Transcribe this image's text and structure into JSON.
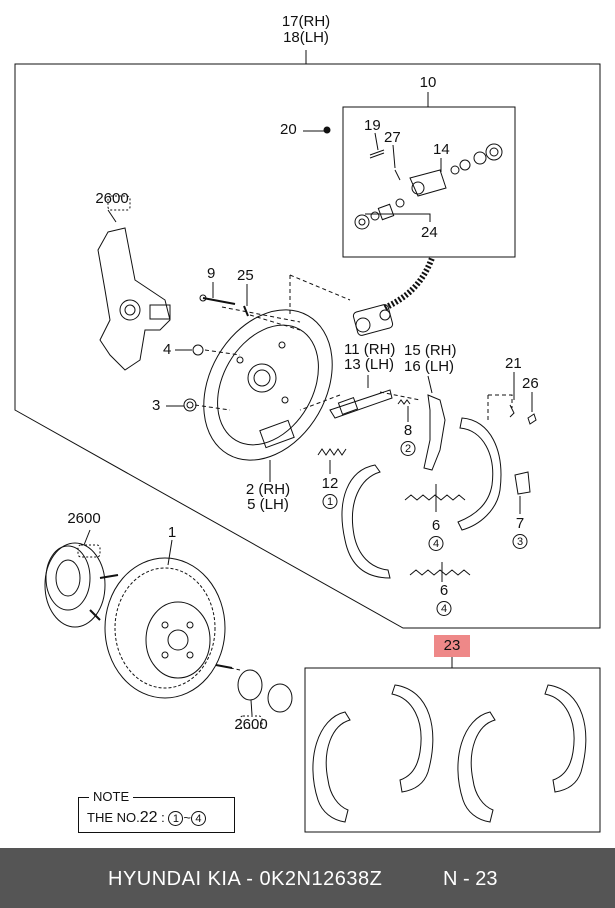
{
  "labels": {
    "l17": "17(RH)",
    "l18": "18(LH)",
    "l10": "10",
    "l19": "19",
    "l20": "20",
    "l27": "27",
    "l14": "14",
    "l24": "24",
    "l2600a": "2600",
    "l9": "9",
    "l25": "25",
    "l4": "4",
    "l3": "3",
    "l11": "11 (RH)",
    "l13": "13 (LH)",
    "l15": "15 (RH)",
    "l16": "16 (LH)",
    "l21": "21",
    "l26": "26",
    "l8": "8",
    "l8c": "2",
    "l2": "2 (RH)",
    "l5": "5 (LH)",
    "l12": "12",
    "l12c": "1",
    "l6a": "6",
    "l6ac": "4",
    "l7": "7",
    "l7c": "3",
    "l6b": "6",
    "l6bc": "4",
    "l2600b": "2600",
    "l1": "1",
    "l2600c": "2600",
    "l23": "23"
  },
  "note": {
    "title": "NOTE",
    "prefix": "THE NO.",
    "number": "22",
    "sep": " : ",
    "from": "1",
    "tilde": "~",
    "to": "4"
  },
  "footer": {
    "brand": "HYUNDAI  KIA - 0K2N12638Z",
    "page": "N - 23"
  },
  "colors": {
    "footer_bg": "#555555",
    "badge_bg": "#ee8888"
  }
}
